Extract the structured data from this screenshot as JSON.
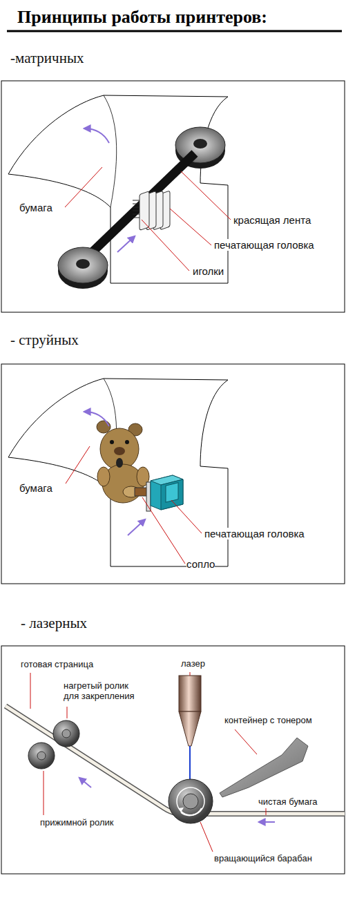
{
  "diagram": {
    "title": "Принципы работы принтеров:",
    "labels": [
      "-матричных",
      "бумага",
      "красящая лента",
      "печатающая головка",
      "иголки",
      "- струйных",
      "бумага",
      "печатающая головка",
      "сопло",
      "- лазерных",
      "готовая страница",
      "лазер",
      "нагретый ролик для закрепления",
      "контейнер с тонером",
      "чистая бумага",
      "прижимной ролик",
      "вращающийся барабан"
    ]
  }
}
